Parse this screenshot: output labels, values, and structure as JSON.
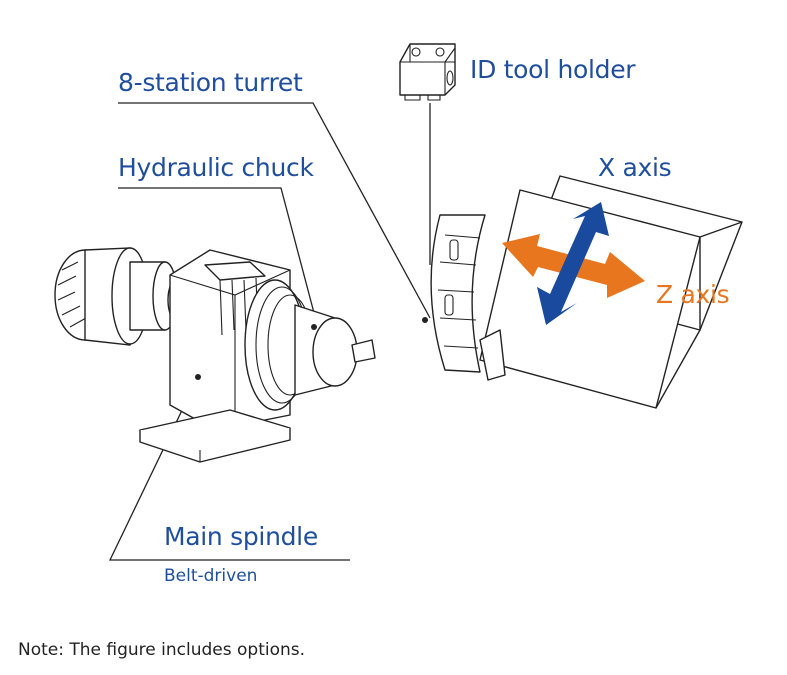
{
  "title": "Machine configuration diagram",
  "labels": {
    "turret": "8-station turret",
    "chuck": "Hydraulic chuck",
    "id_tool_holder": "ID tool holder",
    "x_axis": "X axis",
    "z_axis": "Z axis",
    "main_spindle": "Main spindle",
    "main_spindle_sub": "Belt-driven"
  },
  "note": "Note: The figure includes options.",
  "colors": {
    "label_blue": "#1f4e9c",
    "x_arrow": "#1a4a9e",
    "z_arrow": "#e8761e",
    "z_label": "#e8761e",
    "line": "#222222"
  }
}
